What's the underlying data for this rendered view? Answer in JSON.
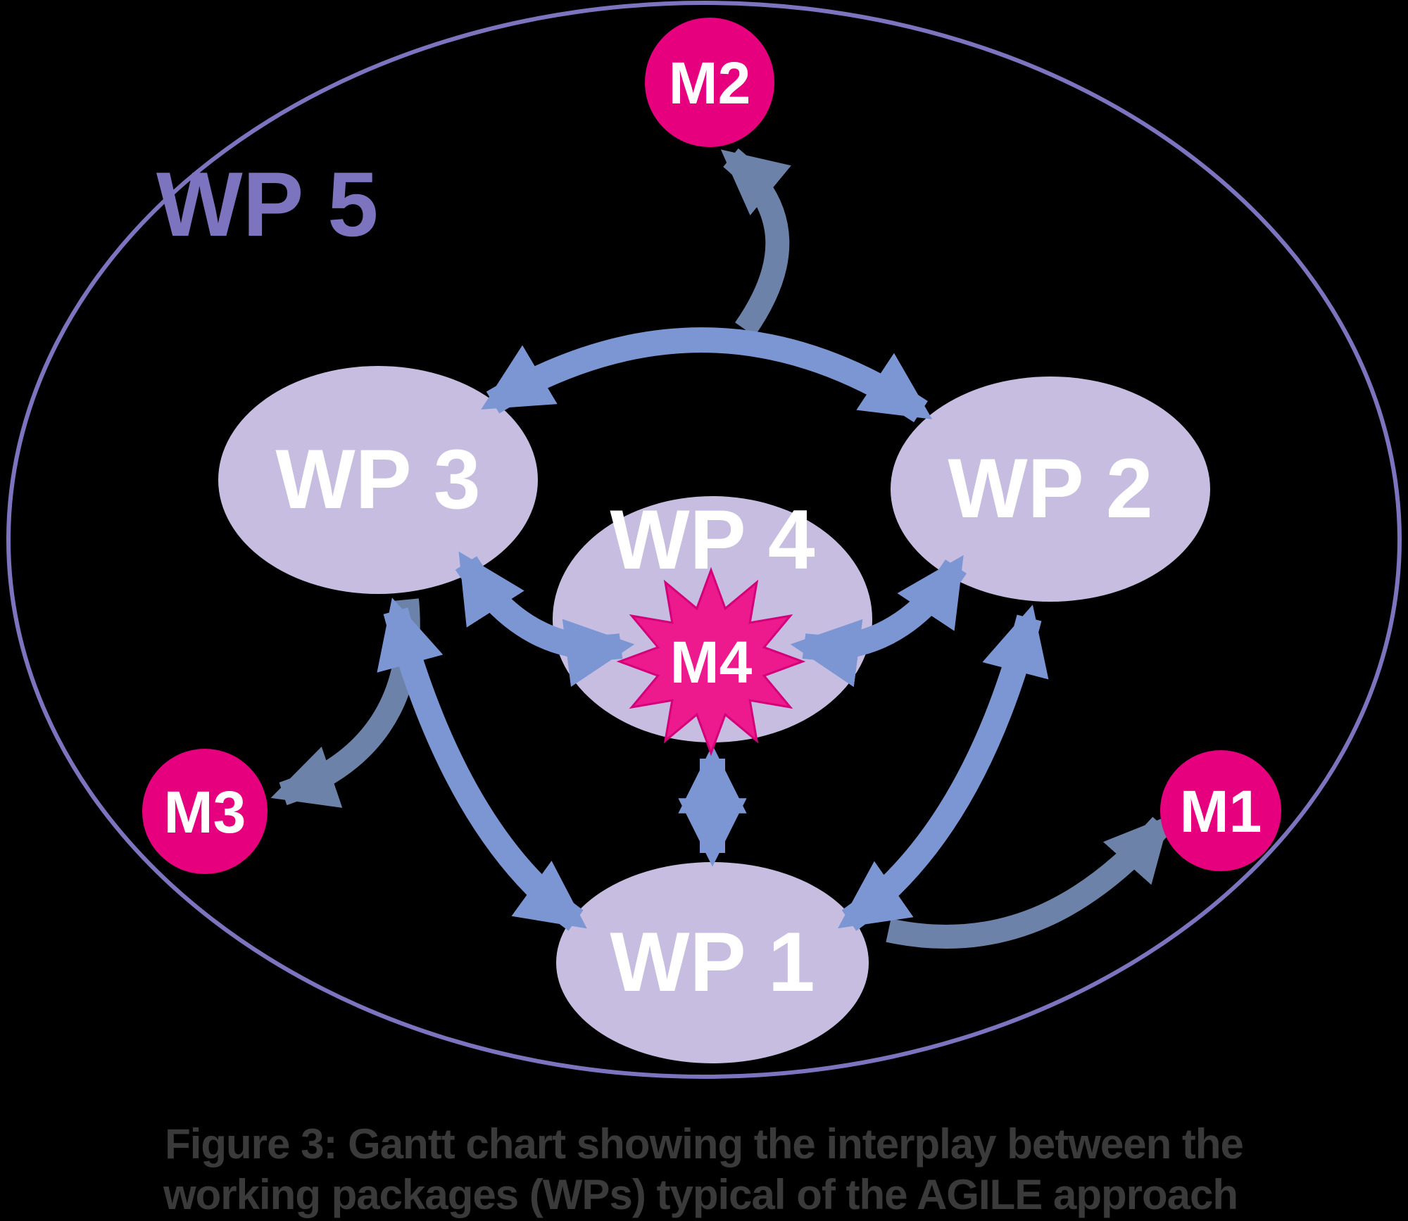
{
  "colors": {
    "background": "#000000",
    "outer_ellipse_stroke": "#7d74c0",
    "wp_ellipse_fill": "#c6bde1",
    "wp_label": "#ffffff",
    "wp5_label": "#7d74c0",
    "milestone_fill": "#e6007e",
    "milestone_label": "#ffffff",
    "star_fill": "#ec1a8d",
    "arrow_blue": "#7b96d3",
    "arrow_dark": "#6d82a8",
    "caption_text": "#3a3a3a"
  },
  "diagram": {
    "outer": {
      "label": "WP 5"
    },
    "nodes": {
      "wp1": {
        "label": "WP 1"
      },
      "wp2": {
        "label": "WP 2"
      },
      "wp3": {
        "label": "WP 3"
      },
      "wp4": {
        "label": "WP 4"
      }
    },
    "milestones": {
      "m1": {
        "label": "M1"
      },
      "m2": {
        "label": "M2"
      },
      "m3": {
        "label": "M3"
      },
      "m4": {
        "label": "M4"
      }
    },
    "connections": [
      "WP 3 <-> WP 2",
      "WP 3 <-> WP 4",
      "WP 2 <-> WP 4",
      "WP 4 <-> WP 1",
      "WP 3 <-> WP 1",
      "WP 2 <-> WP 1",
      "center -> M2",
      "WP 3 -> M3",
      "WP 1 -> M1"
    ]
  },
  "caption": {
    "line1": "Figure 3: Gantt chart showing the interplay between the",
    "line2": "working packages (WPs) typical of the AGILE approach"
  }
}
